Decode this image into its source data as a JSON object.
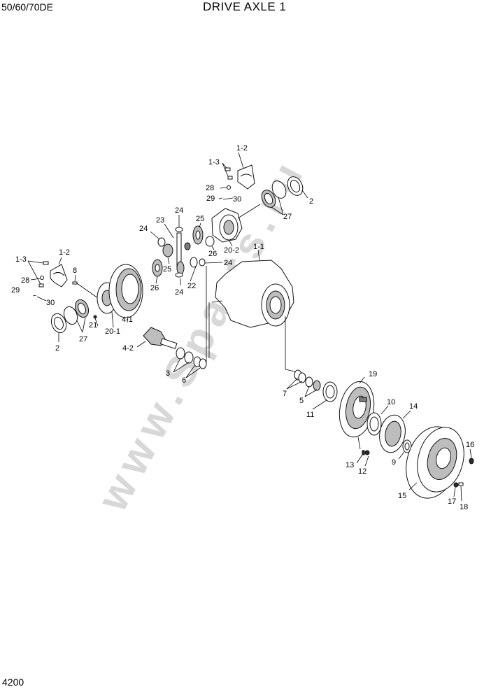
{
  "header": {
    "model": "50/60/70DE",
    "title": "DRIVE AXLE 1"
  },
  "footer": {
    "page_number": "4200"
  },
  "watermark": "www.Sparts.ru",
  "parts": {
    "p1_1": "1-1",
    "p1_2": "1-2",
    "p1_3": "1-3",
    "p2": "2",
    "p3": "3",
    "p4_1": "4-1",
    "p4_2": "4-2",
    "p5": "5",
    "p6": "6",
    "p7": "7",
    "p8": "8",
    "p9": "9",
    "p10": "10",
    "p11": "11",
    "p12": "12",
    "p13": "13",
    "p14": "14",
    "p15": "15",
    "p16": "16",
    "p17": "17",
    "p18": "18",
    "p19": "19",
    "p20_1": "20-1",
    "p20_2": "20-2",
    "p21": "21",
    "p22": "22",
    "p23": "23",
    "p24": "24",
    "p25": "25",
    "p26": "26",
    "p27": "27",
    "p28": "28",
    "p29": "29",
    "p30": "30"
  }
}
